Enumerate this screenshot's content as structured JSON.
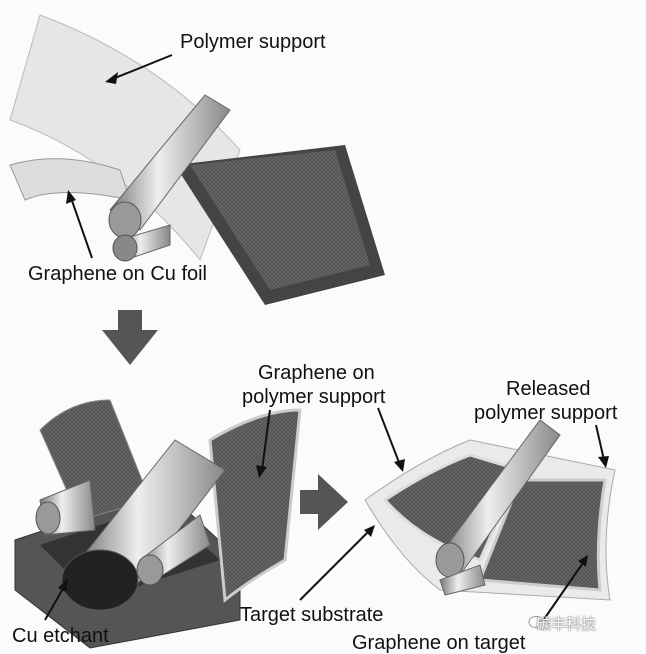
{
  "labels": {
    "polymer_support": "Polymer support",
    "graphene_on_cu_foil": "Graphene on Cu foil",
    "graphene_on_polymer_line1": "Graphene on",
    "graphene_on_polymer_line2": "polymer support",
    "released_line1": "Released",
    "released_line2": "polymer support",
    "cu_etchant": "Cu etchant",
    "target_substrate": "Target substrate",
    "graphene_on_target": "Graphene on target"
  },
  "watermark": "碳丰科技",
  "icons": [
    "arrow-down-icon",
    "arrow-right-icon",
    "wechat-icon"
  ]
}
